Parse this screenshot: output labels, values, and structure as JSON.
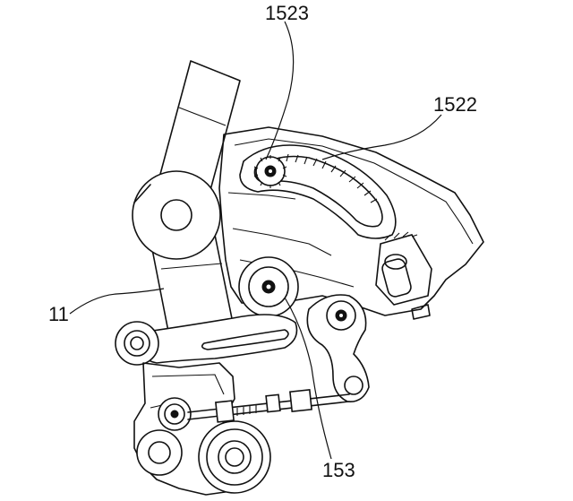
{
  "labels": {
    "label_1523": "1523",
    "label_1522": "1522",
    "label_11": "11",
    "label_153": "153"
  }
}
